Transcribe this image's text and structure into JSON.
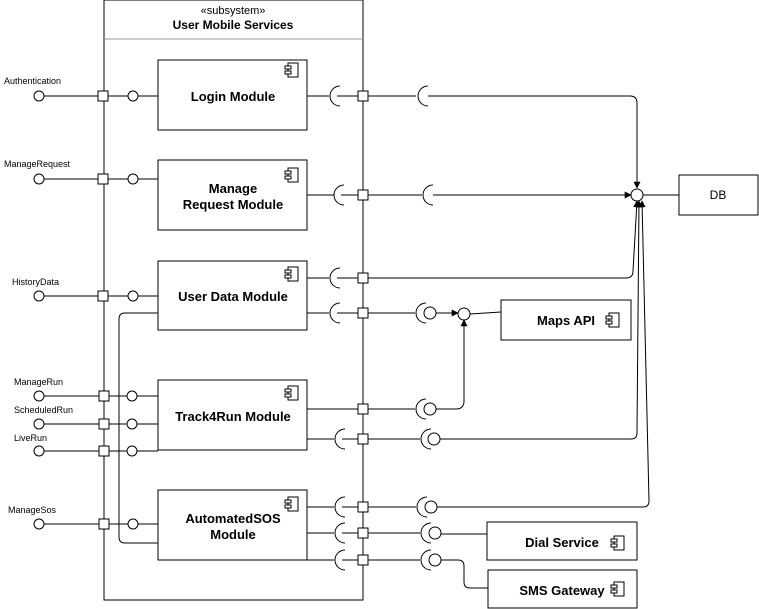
{
  "subsystem": {
    "stereotype": "«subsystem»",
    "name": "User Mobile Services"
  },
  "modules": {
    "login": "Login Module",
    "manage_request_line1": "Manage",
    "manage_request_line2": "Request Module",
    "user_data": "User Data Module",
    "track4run": "Track4Run Module",
    "automated_sos_line1": "AutomatedSOS",
    "automated_sos_line2": "Module"
  },
  "interfaces": {
    "authentication": "Authentication",
    "manage_request": "ManageRequest",
    "history_data": "HistoryData",
    "manage_run": "ManageRun",
    "scheduled_run": "ScheduledRun",
    "live_run": "LiveRun",
    "manage_sos": "ManageSos"
  },
  "external": {
    "db": "DB",
    "maps_api": "Maps API",
    "dial_service": "Dial Service",
    "sms_gateway": "SMS Gateway"
  },
  "icons": {
    "component": "component-icon",
    "provided_interface": "lollipop-icon",
    "required_interface": "socket-icon"
  }
}
